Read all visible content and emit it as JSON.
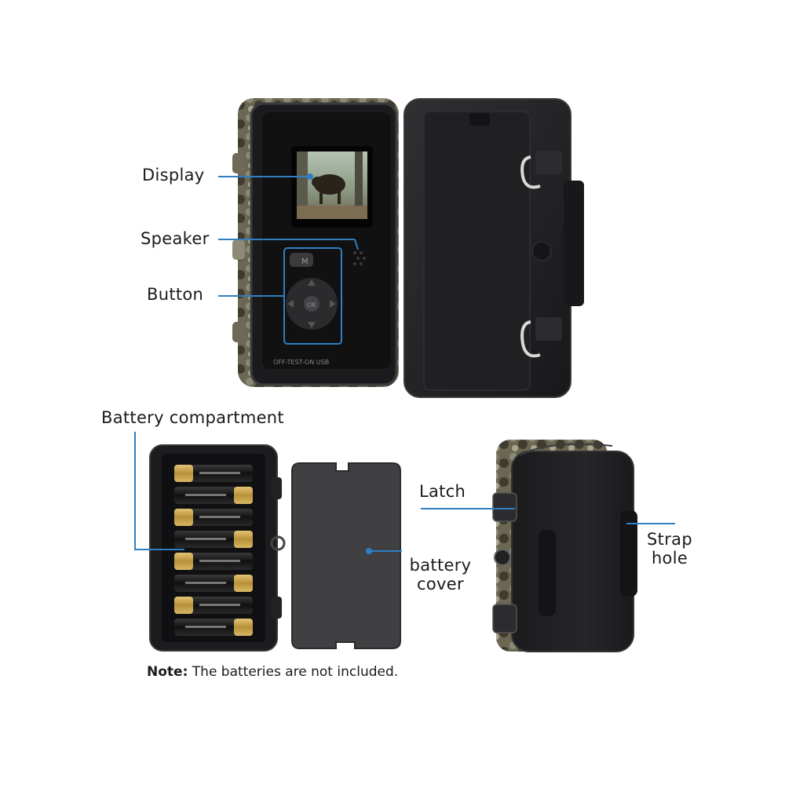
{
  "labels": {
    "display": "Display",
    "speaker": "Speaker",
    "button": "Button",
    "battery_compartment": "Battery compartment",
    "latch": "Latch",
    "battery_cover_line1": "battery",
    "battery_cover_line2": "cover",
    "strap_hole_line1": "Strap",
    "strap_hole_line2": "hole"
  },
  "note": {
    "prefix": "Note:",
    "text": " The batteries are not included."
  },
  "device_text": {
    "menu_key": "M",
    "ok_key": "OK",
    "switch_label": "OFF-TEST-ON   USB"
  },
  "colors": {
    "callout_line": "#2f7fc1",
    "camera_body": "#1d1d1f",
    "camera_edge": "#3a3a3c",
    "battery_gold": "#c9a24a"
  }
}
